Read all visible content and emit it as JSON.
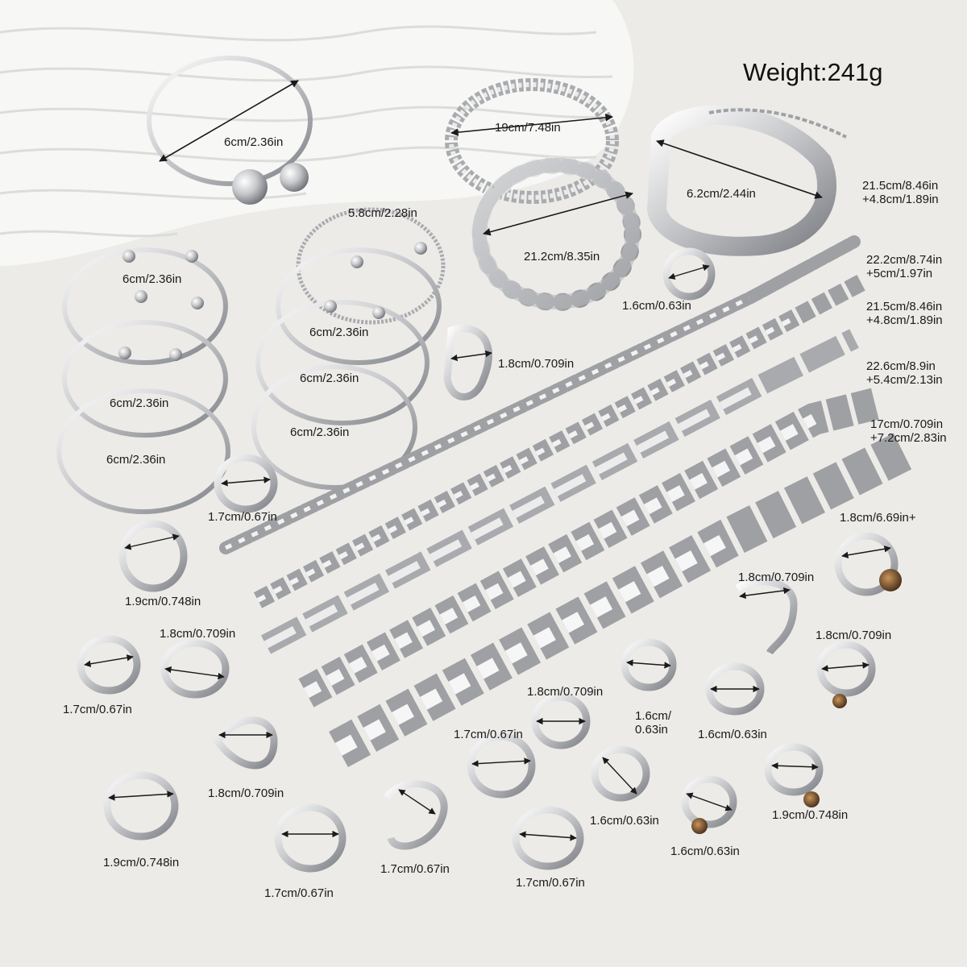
{
  "weight": "Weight:241g",
  "labels": {
    "cuff_top": "6cm/2.36in",
    "beaded_top": "19cm/7.48in",
    "bangle_wide": "6.2cm/2.44in",
    "twisted_cuff": "5.8cm/2.28in",
    "ball_bracelet": "21.2cm/8.35in",
    "chain1_len": "21.5cm/8.46in",
    "chain1_ext": "+4.8cm/1.89in",
    "chain2_len": "22.2cm/8.74in",
    "chain2_ext": "+5cm/1.97in",
    "chain3_len": "21.5cm/8.46in",
    "chain3_ext": "+4.8cm/1.89in",
    "chain4_len": "22.6cm/8.9in",
    "chain4_ext": "+5.4cm/2.13in",
    "chain5_len": "17cm/0.709in",
    "chain5_ext": "+7.2cm/2.83in",
    "cuff_l1": "6cm/2.36in",
    "cuff_l2": "6cm/2.36in",
    "cuff_l3": "6cm/2.36in",
    "cuff_m1": "6cm/2.36in",
    "cuff_m2": "6cm/2.36in",
    "cuff_m3": "6cm/2.36in",
    "ring_small_top": "1.6cm/0.63in",
    "ring_v": "1.8cm/0.709in",
    "ring_twist1": "1.7cm/0.67in",
    "ring_hammer": "1.9cm/0.748in",
    "ring_right_top": "1.8cm/6.69in+",
    "ring_leaf": "1.8cm/0.709in",
    "ring_star": "1.8cm/0.709in",
    "ring_ivy": "1.8cm/0.709in",
    "ring_wave_l": "1.7cm/0.67in",
    "ring_band_mid": "1.8cm/0.709in",
    "ring_snake_a": "1.6cm/",
    "ring_snake_b": "0.63in",
    "ring_plain_r": "1.6cm/0.63in",
    "ring_dome_mid": "1.7cm/0.67in",
    "ring_wave2": "1.8cm/0.709in",
    "ring_dome_l": "1.9cm/0.748in",
    "ring_molten": "1.7cm/0.67in",
    "ring_loop": "1.7cm/0.67in",
    "ring_dome2": "1.7cm/0.67in",
    "ring_open": "1.6cm/0.63in",
    "ring_stone1": "1.6cm/0.63in",
    "ring_stone2": "1.9cm/0.748in"
  },
  "colors": {
    "background": "#ecebe8",
    "silver_light": "#f4f4f2",
    "silver_dark": "#8a8c90",
    "stone": "#6b4a2b"
  }
}
